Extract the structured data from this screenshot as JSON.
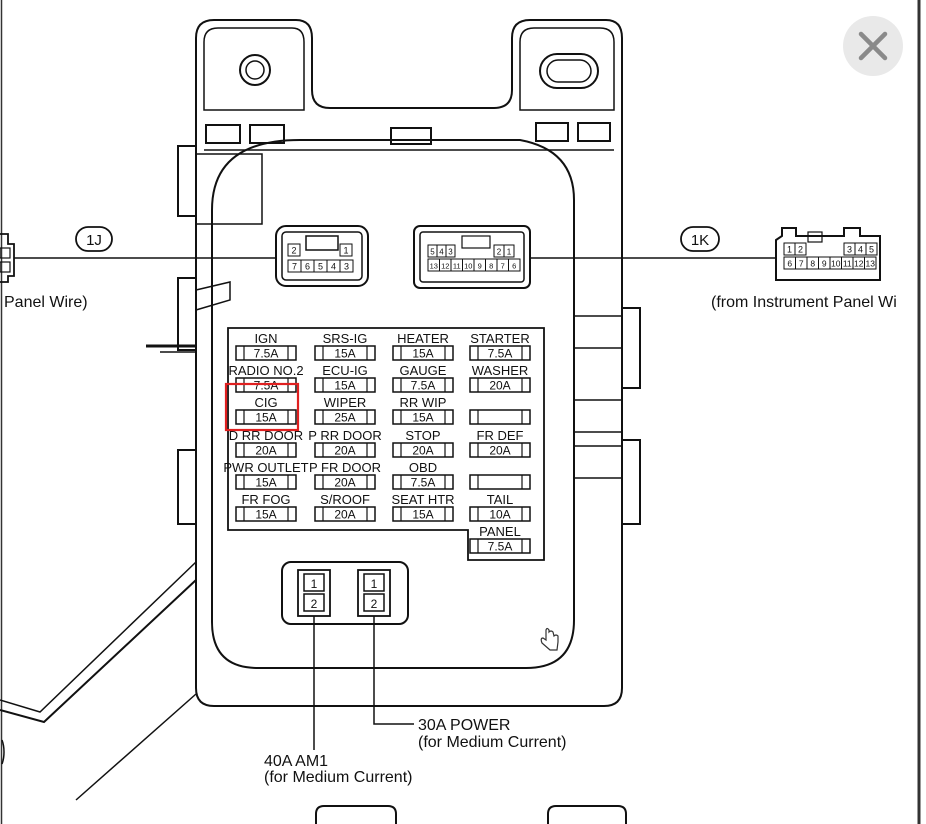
{
  "connectors": {
    "left": {
      "tag": "1J",
      "caption": "Panel Wire)",
      "pins_top": [
        "2",
        "1"
      ],
      "pins_bottom": [
        "7",
        "6",
        "5",
        "4",
        "3"
      ]
    },
    "right": {
      "tag": "1K",
      "caption": "(from Instrument Panel Wi",
      "pins_top": [
        "5",
        "4",
        "3",
        "2",
        "1"
      ],
      "pins_bottom": [
        "13",
        "12",
        "11",
        "10",
        "9",
        "8",
        "7",
        "6"
      ]
    },
    "plug_right": {
      "pins_top": [
        "1",
        "2",
        "3",
        "4",
        "5"
      ],
      "pins_bottom": [
        "6",
        "7",
        "8",
        "9",
        "10",
        "11",
        "12",
        "13"
      ]
    }
  },
  "fuses": [
    {
      "name": "IGN",
      "amp": "7.5A"
    },
    {
      "name": "SRS-IG",
      "amp": "15A"
    },
    {
      "name": "HEATER",
      "amp": "15A"
    },
    {
      "name": "STARTER",
      "amp": "7.5A"
    },
    {
      "name": "RADIO NO.2",
      "amp": "7.5A"
    },
    {
      "name": "ECU-IG",
      "amp": "15A"
    },
    {
      "name": "GAUGE",
      "amp": "7.5A"
    },
    {
      "name": "WASHER",
      "amp": "20A"
    },
    {
      "name": "CIG",
      "amp": "15A"
    },
    {
      "name": "WIPER",
      "amp": "25A"
    },
    {
      "name": "RR WIP",
      "amp": "15A"
    },
    {
      "name": "",
      "amp": ""
    },
    {
      "name": "D RR DOOR",
      "amp": "20A"
    },
    {
      "name": "P RR DOOR",
      "amp": "20A"
    },
    {
      "name": "STOP",
      "amp": "20A"
    },
    {
      "name": "FR DEF",
      "amp": "20A"
    },
    {
      "name": "PWR OUTLET",
      "amp": "15A"
    },
    {
      "name": "P FR DOOR",
      "amp": "20A"
    },
    {
      "name": "OBD",
      "amp": "7.5A"
    },
    {
      "name": "",
      "amp": ""
    },
    {
      "name": "FR FOG",
      "amp": "15A"
    },
    {
      "name": "S/ROOF",
      "amp": "20A"
    },
    {
      "name": "SEAT HTR",
      "amp": "15A"
    },
    {
      "name": "TAIL",
      "amp": "10A"
    },
    {
      "name": "PANEL",
      "amp": "7.5A"
    }
  ],
  "highlight": {
    "fuse": "CIG",
    "color": "#e02020"
  },
  "relays": [
    {
      "pins": [
        "1",
        "2"
      ]
    },
    {
      "pins": [
        "1",
        "2"
      ]
    }
  ],
  "callouts": {
    "am1": {
      "line1": "40A AM1",
      "line2": "(for Medium Current)"
    },
    "power": {
      "line1": "30A POWER",
      "line2": "(for Medium Current)"
    }
  },
  "close_icon": "close-icon"
}
